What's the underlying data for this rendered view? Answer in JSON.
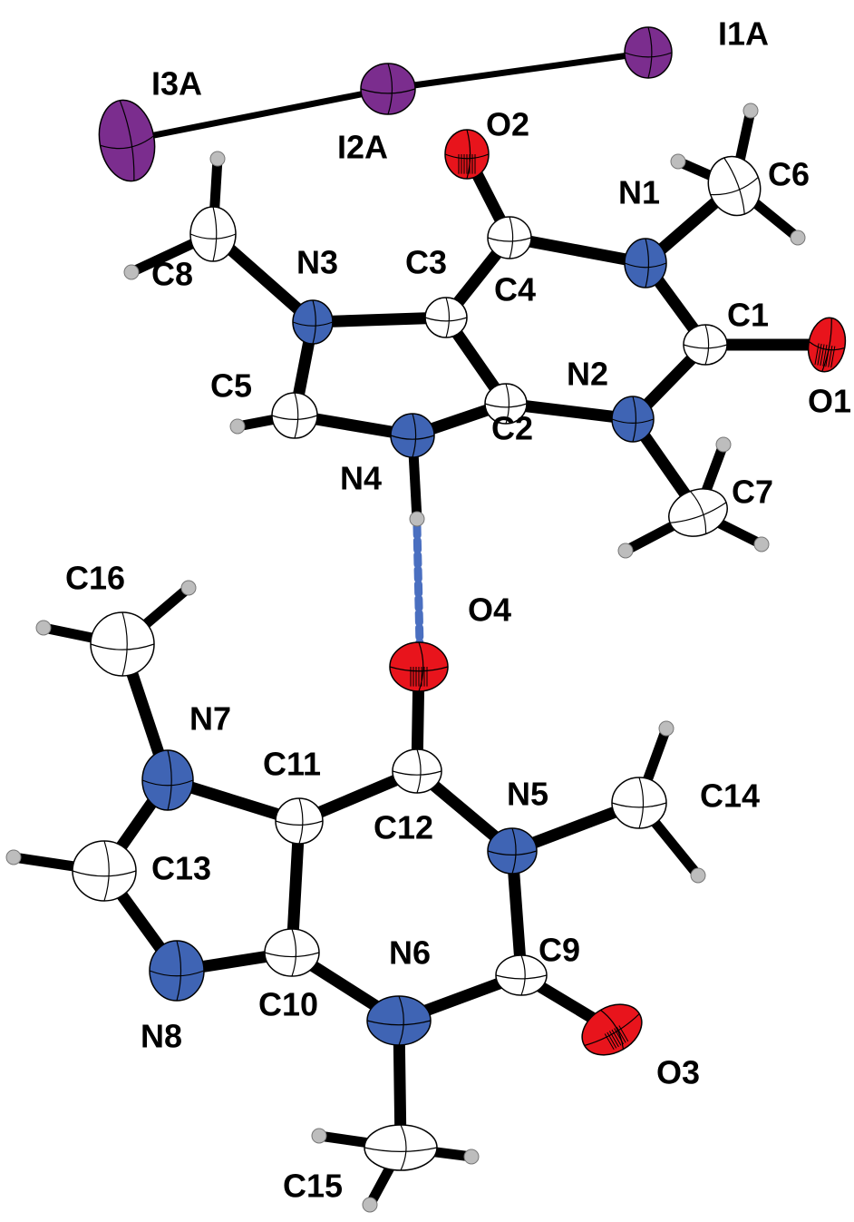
{
  "title": "Molecular structure (ORTEP) with triiodide anion",
  "colors": {
    "iodine": "#7b2d8e",
    "oxygen": "#e8141c",
    "nitrogen": "#3f64b4",
    "carbon": "#ffffff",
    "hydrogen": "#bdbdbd",
    "bond": "#000000",
    "hbond": "#4a6fc0"
  },
  "atoms": [
    "I1A",
    "I2A",
    "I3A",
    "O1",
    "O2",
    "O3",
    "O4",
    "N1",
    "N2",
    "N3",
    "N4",
    "N5",
    "N6",
    "N7",
    "N8",
    "C1",
    "C2",
    "C3",
    "C4",
    "C5",
    "C6",
    "C7",
    "C8",
    "C9",
    "C10",
    "C11",
    "C12",
    "C13",
    "C14",
    "C15",
    "C16"
  ],
  "hydrogen_bond": {
    "donor": "N4",
    "acceptor": "O4"
  }
}
